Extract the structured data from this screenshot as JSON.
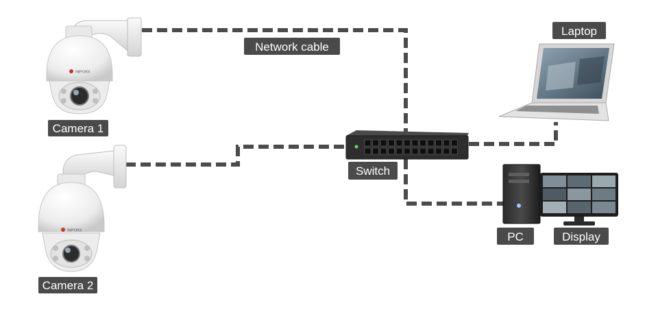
{
  "labels": {
    "camera1": "Camera 1",
    "camera2": "Camera 2",
    "network_cable": "Network cable",
    "switch": "Switch",
    "laptop": "Laptop",
    "pc": "PC",
    "display": "Display"
  },
  "camera_brand": "IMPORX",
  "colors": {
    "cable": "#4b4b4b",
    "label_background": "#4a4a4a",
    "label_text": "#ffffff",
    "camera_body": "#f2f2f2",
    "switch_body": "#2e2e2e"
  }
}
